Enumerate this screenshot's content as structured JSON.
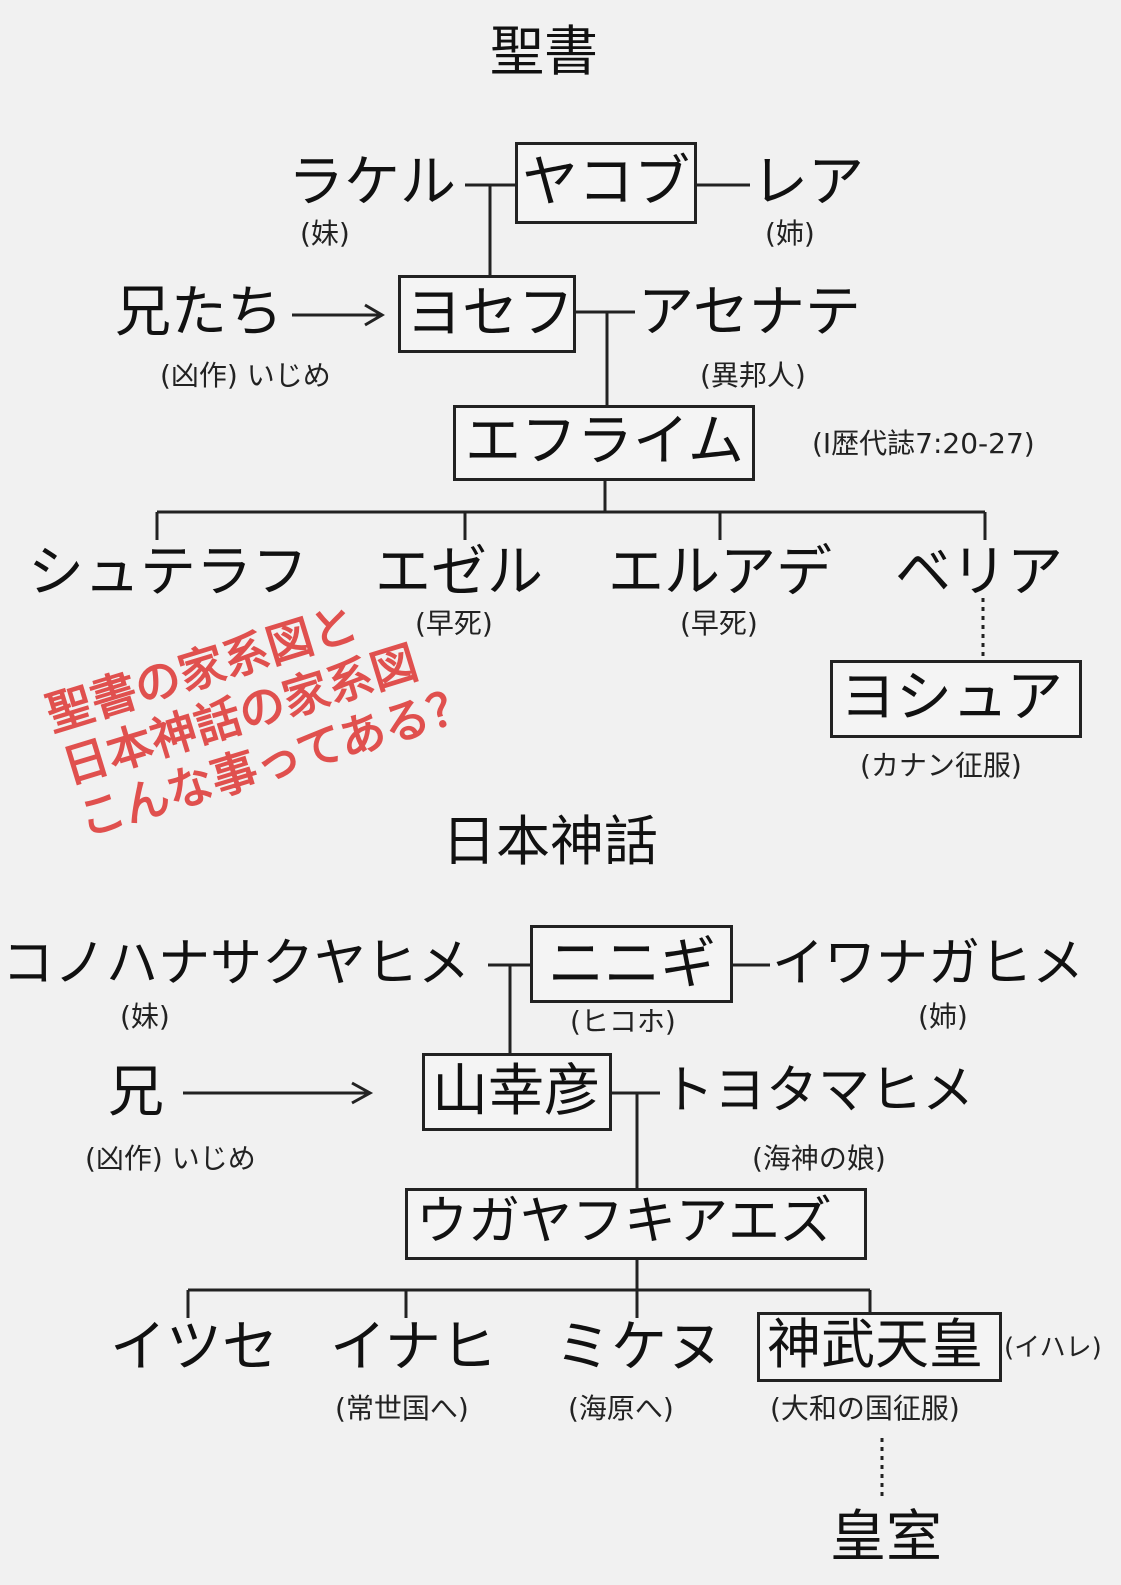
{
  "bible": {
    "title": "聖書",
    "rachel": "ラケル",
    "rachel_note": "(妹)",
    "jacob": "ヤコブ",
    "leah": "レア",
    "leah_note": "(姉)",
    "brothers": "兄たち",
    "brothers_note": "(凶作) いじめ",
    "joseph": "ヨセフ",
    "asenath": "アセナテ",
    "asenath_note": "(異邦人)",
    "ephraim": "エフライム",
    "reference": "(I歴代誌7:20-27)",
    "children": [
      {
        "name": "シュテラフ",
        "note": ""
      },
      {
        "name": "エゼル",
        "note": "(早死)"
      },
      {
        "name": "エルアデ",
        "note": "(早死)"
      },
      {
        "name": "ベリア",
        "note": ""
      }
    ],
    "joshua": "ヨシュア",
    "joshua_note": "(カナン征服)"
  },
  "overlay_text": [
    "聖書の家系図と",
    "日本神話の家系図",
    "こんな事ってある？"
  ],
  "japan": {
    "title": "日本神話",
    "konohana": "コノハナサクヤヒメ",
    "konohana_note": "(妹)",
    "ninigi": "ニニギ",
    "ninigi_note": "(ヒコホ)",
    "iwanaga": "イワナガヒメ",
    "iwanaga_note": "(姉)",
    "brother": "兄",
    "brother_note": "(凶作) いじめ",
    "yamasachi": "山幸彦",
    "toyotama": "トヨタマヒメ",
    "toyotama_note": "(海神の娘)",
    "ugaya": "ウガヤフキアエズ",
    "children": [
      {
        "name": "イツセ",
        "note": ""
      },
      {
        "name": "イナヒ",
        "note": "(常世国へ)"
      },
      {
        "name": "ミケヌ",
        "note": "(海原へ)"
      }
    ],
    "jimmu": "神武天皇",
    "jimmu_alias": "(イハレ)",
    "jimmu_note": "(大和の国征服)",
    "imperial": "皇室"
  }
}
